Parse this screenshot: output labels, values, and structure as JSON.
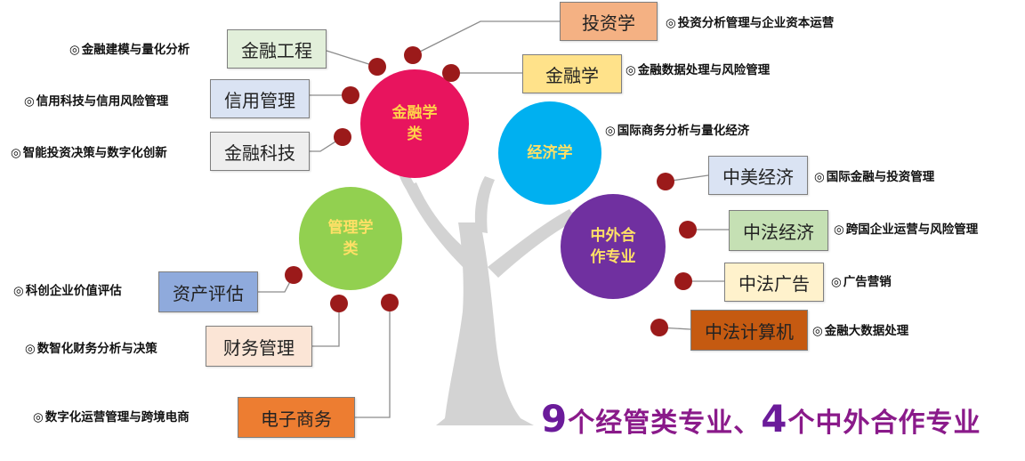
{
  "categories": [
    {
      "id": "jinrong",
      "label": "金融学\n类",
      "color": "#e8145e"
    },
    {
      "id": "jingji",
      "label": "经济学",
      "color": "#00b0f0"
    },
    {
      "id": "zhongwai",
      "label": "中外合\n作专业",
      "color": "#7030a0"
    },
    {
      "id": "guanli",
      "label": "管理学\n类",
      "color": "#92d050"
    }
  ],
  "majors": [
    {
      "label": "投资学",
      "desc": "投资分析管理与企业资本运营",
      "fill": "#f4b183"
    },
    {
      "label": "金融学",
      "desc": "金融数据处理与风险管理",
      "fill": "#ffe28a"
    },
    {
      "label": "金融工程",
      "desc": "金融建模与量化分析",
      "fill": "#e2efda"
    },
    {
      "label": "信用管理",
      "desc": "信用科技与信用风险管理",
      "fill": "#dae3f3"
    },
    {
      "label": "金融科技",
      "desc": "智能投资决策与数字化创新",
      "fill": "#eeeeee"
    },
    {
      "label": "",
      "desc": "国际商务分析与量化经济",
      "fill": ""
    },
    {
      "label": "中美经济",
      "desc": "国际金融与投资管理",
      "fill": "#dae3f3"
    },
    {
      "label": "中法经济",
      "desc": "跨国企业运营与风险管理",
      "fill": "#c5e0b4"
    },
    {
      "label": "中法广告",
      "desc": "广告营销",
      "fill": "#fff2cc"
    },
    {
      "label": "中法计算机",
      "desc": "金融大数据处理",
      "fill": "#c55a11"
    },
    {
      "label": "资产评估",
      "desc": "科创企业价值评估",
      "fill": "#8faadc"
    },
    {
      "label": "财务管理",
      "desc": "数智化财务分析与决策",
      "fill": "#fbe5d6"
    },
    {
      "label": "电子商务",
      "desc": "数字化运营管理与跨境电商",
      "fill": "#ed7d31"
    }
  ],
  "desc_marker": "◎",
  "headline": {
    "num1": "9",
    "text1": "个经管类专业、",
    "num2": "4",
    "text2": "个中外合作专业"
  },
  "colors": {
    "dot": "#9b1a1a",
    "trunk": "#d0d0d0",
    "connector": "#8c8c8c"
  }
}
